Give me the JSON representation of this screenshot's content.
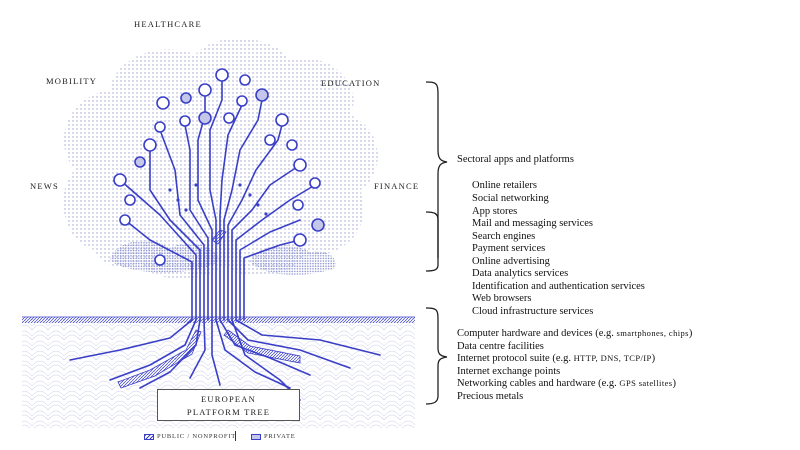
{
  "title": {
    "line1": "EUROPEAN",
    "line2": "PLATFORM TREE"
  },
  "sectors": {
    "healthcare": "HEALTHCARE",
    "mobility": "MOBILITY",
    "education": "EDUCATION",
    "news": "NEWS",
    "finance": "FINANCE"
  },
  "apps_layer": {
    "label": "Sectoral apps and platforms"
  },
  "services": [
    "Online retailers",
    "Social networking",
    "App stores",
    "Mail and messaging services",
    "Search engines",
    "Payment services",
    "Online advertising",
    "Data analytics services",
    "Identification and authentication services",
    "Web browsers",
    "Cloud infrastructure services"
  ],
  "infrastructure": [
    {
      "main": "Computer hardware and devices (e.g. ",
      "small": "smartphones, chips",
      "tail": ")"
    },
    {
      "main": "Data centre facilities",
      "small": "",
      "tail": ""
    },
    {
      "main": "Internet protocol suite (e.g. ",
      "small": "HTTP, DNS, TCP/IP",
      "tail": ")"
    },
    {
      "main": "Internet exchange points",
      "small": "",
      "tail": ""
    },
    {
      "main": "Networking cables and hardware (e.g. ",
      "small": "GPS satellites",
      "tail": ")"
    },
    {
      "main": "Precious metals",
      "small": "",
      "tail": ""
    }
  ],
  "legend": {
    "public": "PUBLIC / NONPROFIT",
    "private": "PRIVATE"
  },
  "colors": {
    "accent": "#3a3fc7",
    "dots": "#9aa0cf",
    "ground": "#c8cbe8"
  }
}
